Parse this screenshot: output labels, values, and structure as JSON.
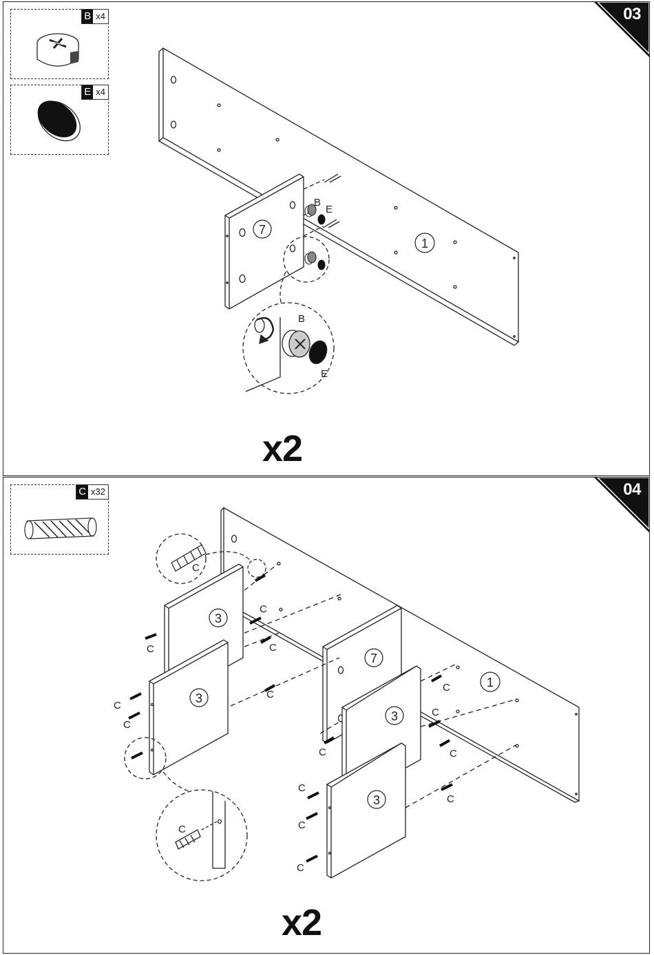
{
  "steps": [
    {
      "number": "03",
      "repeat": "x2",
      "parts": [
        {
          "letter": "B",
          "qty": "x4",
          "icon": "cam-lock-icon"
        },
        {
          "letter": "E",
          "qty": "x4",
          "icon": "cover-cap-icon"
        }
      ],
      "panel_labels": [
        "7",
        "1"
      ],
      "callouts": [
        "B",
        "E",
        "B",
        "E"
      ]
    },
    {
      "number": "04",
      "repeat": "x2",
      "parts": [
        {
          "letter": "C",
          "qty": "x32",
          "icon": "wooden-dowel-icon"
        }
      ],
      "panel_labels": [
        "3",
        "3",
        "7",
        "1",
        "3",
        "3"
      ],
      "callout_letter": "C"
    }
  ],
  "colors": {
    "line": "#222222",
    "badge": "#111111",
    "paper": "#ffffff"
  }
}
